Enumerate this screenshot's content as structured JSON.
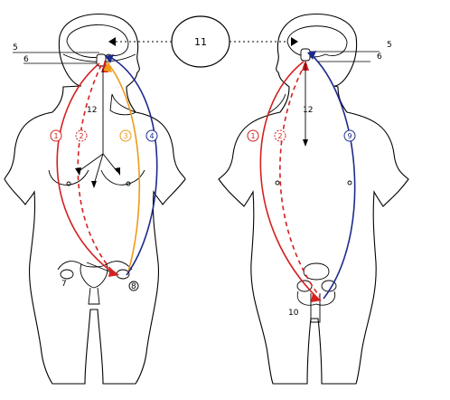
{
  "labels": {
    "hypothalamus": "5",
    "pituitary": "6",
    "ovary": "7",
    "uterus": "8",
    "testis": "10",
    "brain": "11",
    "descending": "12"
  },
  "markers": {
    "m1": "1",
    "m2": "2",
    "m3": "3",
    "m4": "4",
    "m9": "9"
  },
  "colors": {
    "red": "#d42020",
    "blue": "#1c2a8c",
    "orange": "#f09a1a",
    "black": "#000000"
  }
}
